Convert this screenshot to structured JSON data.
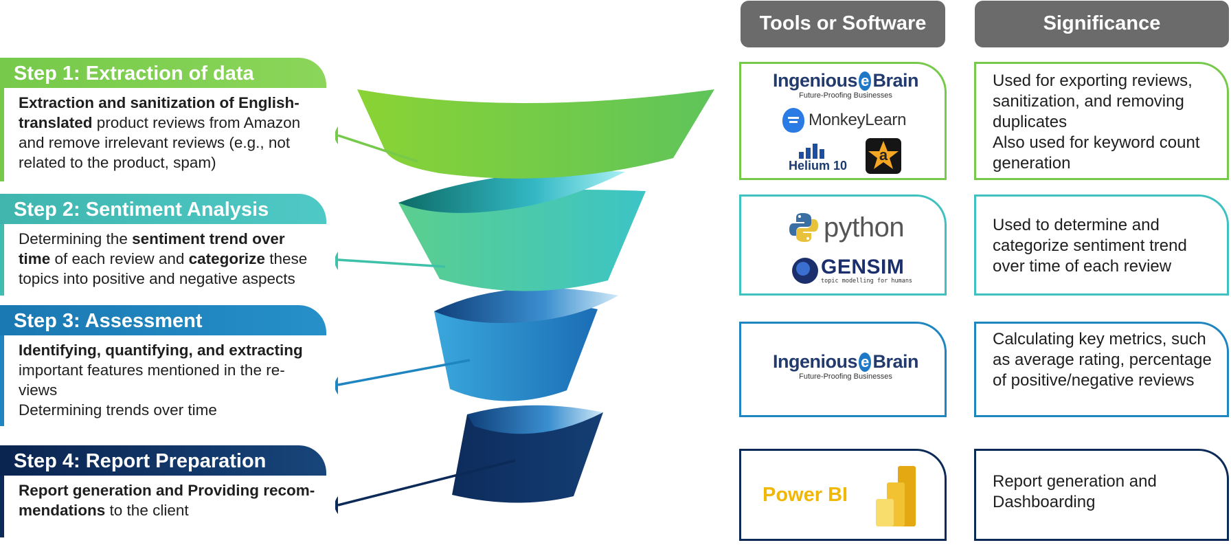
{
  "colors": {
    "step1": "#76c94a",
    "step2": "#3fbdbd",
    "step3": "#1f7fb6",
    "step4": "#0b2a58",
    "header_bg": "#6b6b6b",
    "ingenious": "#223a6d",
    "ingenious_e": "#1e78c8",
    "powerbi": "#f2b705"
  },
  "headers": {
    "tools": "Tools or Software",
    "significance": "Significance"
  },
  "steps": [
    {
      "title": "Step 1: Extraction of data",
      "body": [
        {
          "b": "Extraction and sanitization of English-translated",
          "t": " product reviews from Amazon and remove irrelevant reviews (e.g., not related to the product, spam)"
        }
      ]
    },
    {
      "title": "Step 2: Sentiment Analysis",
      "body": [
        {
          "t0": "Determining the ",
          "b": "sentiment trend over time",
          "t1": " of each review and ",
          "b2": "categorize",
          "t2": " these topics into positive and negative aspects"
        }
      ]
    },
    {
      "title": "Step 3: Assessment",
      "b": "Identifying, quantifying, and extracting",
      "t": " important features mentioned in the re-views",
      "line2": "Determining trends over time"
    },
    {
      "title": "Step 4: Report Preparation",
      "b": "Report generation and Providing recom-mendations",
      "t": " to the client"
    }
  ],
  "tools": {
    "ingenious_left": "Ingenious",
    "ingenious_right": "Brain",
    "ingenious_tag": "Future-Proofing Businesses",
    "monkeylearn": "MonkeyLearn",
    "helium": "Helium 10",
    "amazon_letter": "a",
    "python": "python",
    "gensim": "GENSIM",
    "gensim_tag": "topic modelling for humans",
    "powerbi": "Power BI"
  },
  "significance": [
    "Used for exporting reviews, sanitization, and removing duplicates\nAlso used for keyword count generation",
    "Used to determine and categorize sentiment trend over time of each review",
    "Calculating key metrics, such as average rating, percentage of positive/negative reviews",
    "Report generation and Dashboarding"
  ],
  "icons": [
    "monkeylearn-icon",
    "helium10-icon",
    "amazon-star-icon",
    "python-icon",
    "gensim-icon",
    "ingenious-e-icon",
    "powerbi-icon"
  ]
}
